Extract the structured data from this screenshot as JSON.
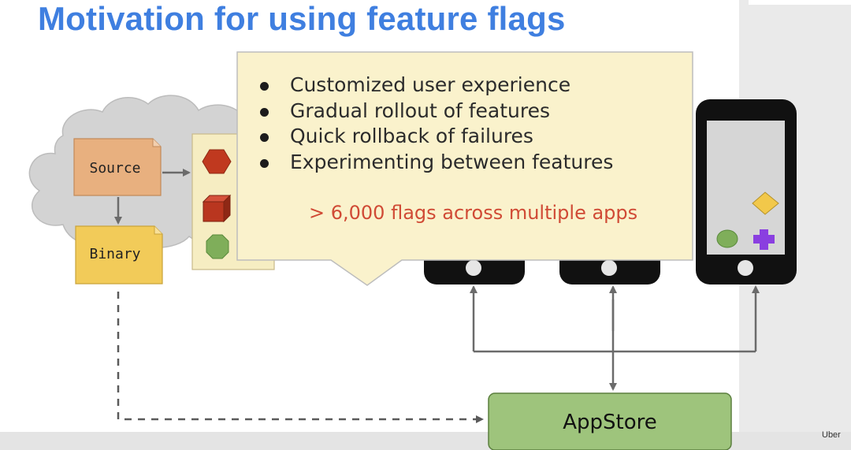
{
  "slide": {
    "title": "Motivation for using feature flags",
    "watermark": "Uber"
  },
  "diagram": {
    "source_label": "Source",
    "binary_label": "Binary",
    "appstore_label": "AppStore"
  },
  "callout": {
    "bullets": [
      "Customized user experience",
      "Gradual rollout of features",
      "Quick rollback of failures",
      "Experimenting between features"
    ],
    "stat": "> 6,000 flags across multiple apps"
  },
  "colors": {
    "title": "#3f7fe0",
    "callout_fill": "#faf2cc",
    "stat": "#d04a35",
    "source_fill": "#e8b07f",
    "binary_fill": "#f2cb59",
    "appstore_fill": "#9ec47c",
    "cloud_fill": "#d3d3d3"
  }
}
